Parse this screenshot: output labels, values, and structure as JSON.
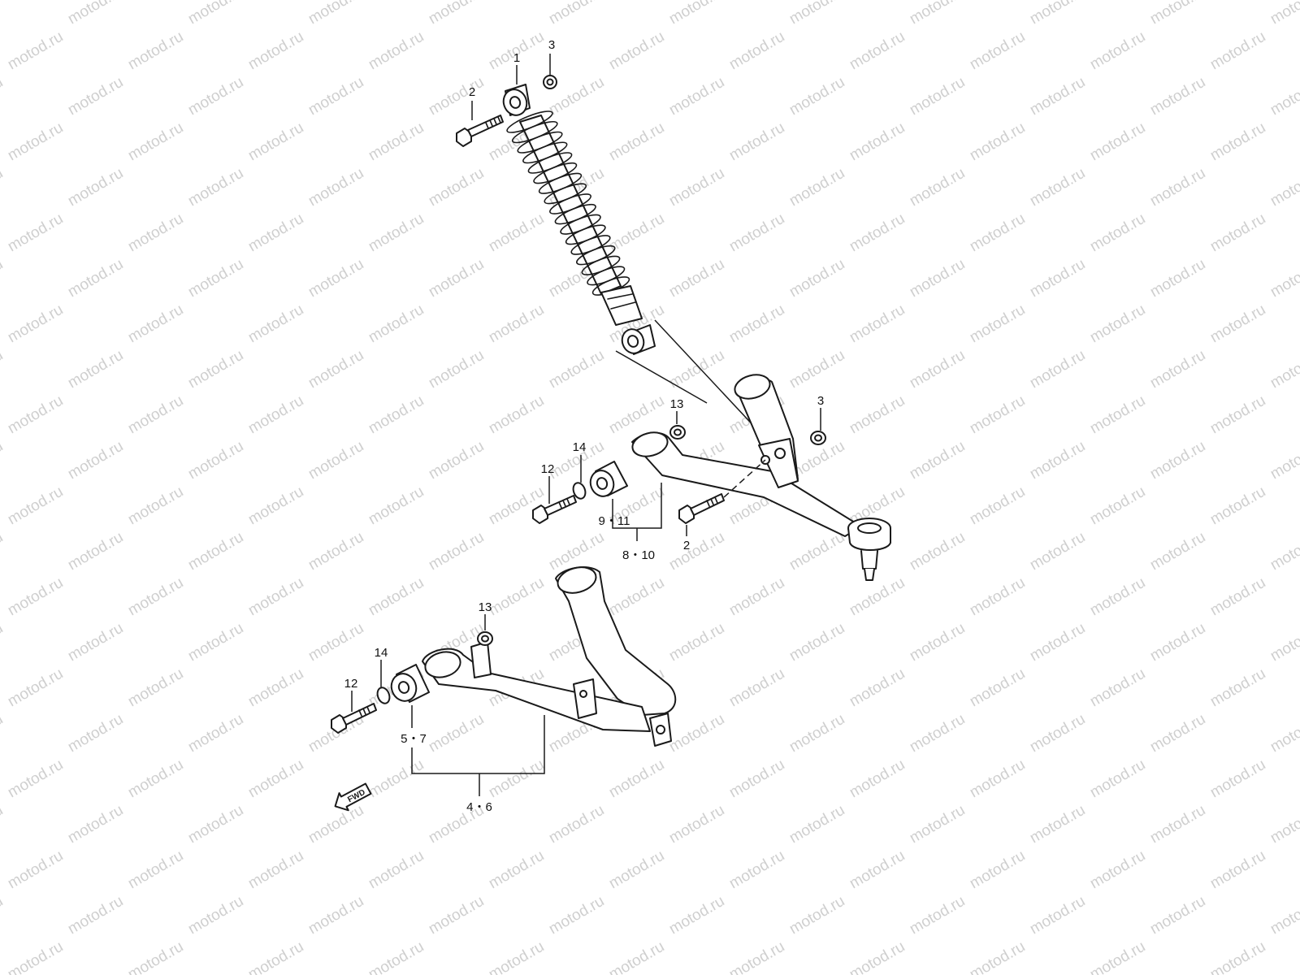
{
  "watermark": {
    "text": "motod.ru",
    "color": "#cfcfcf"
  },
  "direction_marker": {
    "text": "FWD",
    "icon": "fwd-arrow-icon"
  },
  "callouts": {
    "shock_bushing_top": "1",
    "shock_top_bolt": "2",
    "shock_top_nut": "3",
    "upper_arm_nut": "3",
    "upper_arm_nut_13": "13",
    "upper_arm_washer": "14",
    "upper_arm_bolt": "12",
    "upper_arm_bushing": "9・11",
    "upper_arm_assembly": "8・10",
    "upper_arm_rear_bolt": "2",
    "lower_arm_nut": "13",
    "lower_arm_washer": "14",
    "lower_arm_bolt": "12",
    "lower_arm_bushing": "5・7",
    "lower_arm_assembly": "4・6"
  }
}
